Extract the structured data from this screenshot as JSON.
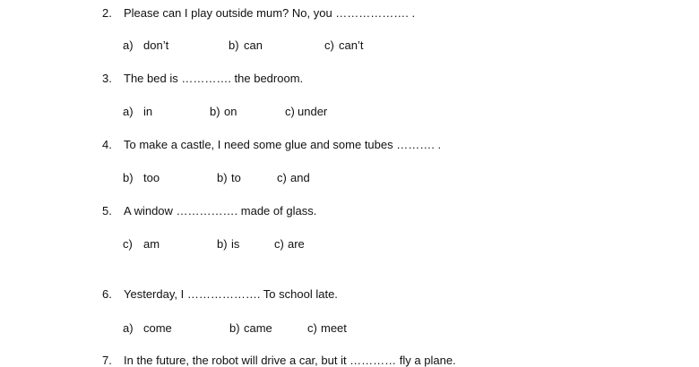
{
  "questions": [
    {
      "number": "2.",
      "text": "Please can I play outside mum? No, you ………………. .",
      "options": [
        {
          "letter": "a)",
          "answer": "don’t"
        },
        {
          "letter": "b)",
          "answer": "can"
        },
        {
          "letter": "c)",
          "answer": "can’t"
        }
      ]
    },
    {
      "number": "3.",
      "text": "The bed is …………. the bedroom.",
      "options": [
        {
          "letter": "a)",
          "answer": "in"
        },
        {
          "letter": "b)",
          "answer": "on"
        },
        {
          "letter": "c)",
          "answer": "under"
        }
      ]
    },
    {
      "number": "4.",
      "text": "To make a castle, I need some glue and some tubes ………. .",
      "options": [
        {
          "letter": "b)",
          "answer": "too"
        },
        {
          "letter": "b)",
          "answer": "to"
        },
        {
          "letter": "c)",
          "answer": "and"
        }
      ]
    },
    {
      "number": "5.",
      "text": "A window ……………. made of glass.",
      "options": [
        {
          "letter": "c)",
          "answer": "am"
        },
        {
          "letter": "b)",
          "answer": "is"
        },
        {
          "letter": "c)",
          "answer": "are"
        }
      ]
    },
    {
      "number": "6.",
      "text": "Yesterday, I ………………. To school late.",
      "options": [
        {
          "letter": "a)",
          "answer": "come"
        },
        {
          "letter": "b)",
          "answer": "came"
        },
        {
          "letter": "c)",
          "answer": "meet"
        }
      ]
    },
    {
      "number": "7.",
      "text": "In the future, the robot will drive a car, but it ………… fly a plane."
    }
  ]
}
